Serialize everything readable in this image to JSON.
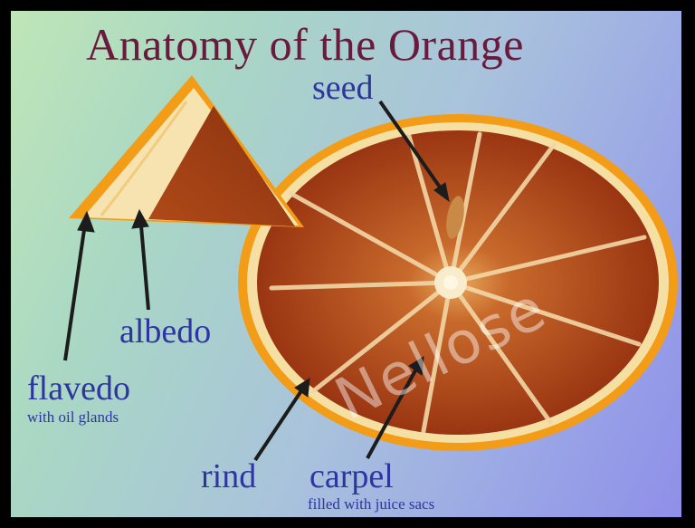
{
  "title": "Anatomy of the Orange",
  "labels": {
    "seed": "seed",
    "albedo": "albedo",
    "flavedo": "flavedo",
    "flavedo_sub": "with oil glands",
    "rind": "rind",
    "carpel": "carpel",
    "carpel_sub": "filled with juice sacs"
  },
  "watermark": "Nellose",
  "colors": {
    "title": "#6a1a3c",
    "label": "#2f35a0",
    "rind": "#f4a21a",
    "pulp": "#b8461a",
    "albedo": "#f6e4b0"
  }
}
